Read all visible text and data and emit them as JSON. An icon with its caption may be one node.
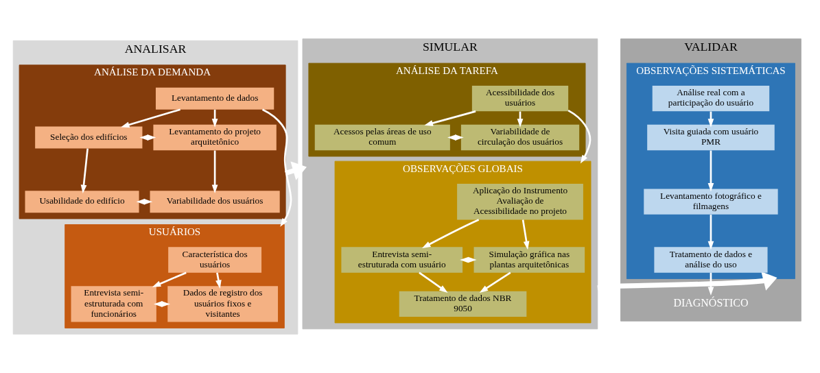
{
  "diagram": {
    "nodes": [
      {
        "text": [
          "ANALISAR"
        ]
      },
      {
        "text": [
          "ANÁLISE DA DEMANDA"
        ],
        "in": 0
      },
      {
        "text": [
          "Levantamento de dados"
        ],
        "in": 1
      },
      {
        "text": [
          "Seleção dos edifícios"
        ],
        "in": 1
      },
      {
        "text": [
          "Levantamento do projeto arquitetônico"
        ],
        "in": 1
      },
      {
        "text": [
          "Usabilidade do edifício"
        ],
        "in": 1
      },
      {
        "text": [
          "Variabilidade dos usuários"
        ],
        "in": 1
      },
      {
        "text": [
          "USUÁRIOS"
        ],
        "in": 0
      },
      {
        "text": [
          "Característica dos usuários"
        ],
        "in": 7
      },
      {
        "text": [
          "Entrevista semi-estruturada com funcionários"
        ],
        "in": 7
      },
      {
        "text": [
          "Dados de registro dos usuários fixos e visitantes"
        ],
        "in": 7
      },
      {
        "text": [
          "SIMULAR"
        ]
      },
      {
        "text": [
          "ANÁLISE DA TAREFA"
        ],
        "in": 11
      },
      {
        "text": [
          "Acessibilidade dos usuários"
        ],
        "in": 12
      },
      {
        "text": [
          "Acessos pelas áreas de uso comum"
        ],
        "in": 12
      },
      {
        "text": [
          "Variabilidade de circulação dos usuários"
        ],
        "in": 12
      },
      {
        "text": [
          "OBSERVAÇÕES GLOBAIS"
        ],
        "in": 11
      },
      {
        "text": [
          "Aplicação do Instrumento Avaliação de Acessibilidade no projeto"
        ],
        "in": 16
      },
      {
        "text": [
          "Entrevista semi-estruturada com usuário"
        ],
        "in": 16
      },
      {
        "text": [
          "Simulação gráfica nas plantas arquitetônicas"
        ],
        "in": 16
      },
      {
        "text": [
          "Tratamento de dados NBR 9050"
        ],
        "in": 16
      },
      {
        "text": [
          "VALIDAR"
        ]
      },
      {
        "text": [
          "OBSERVAÇÕES SISTEMÁTICAS"
        ],
        "in": 21
      },
      {
        "text": [
          "Análise real com a participação do usuário"
        ],
        "in": 22
      },
      {
        "text": [
          "Visita guiada com usuário PMR"
        ],
        "in": 22
      },
      {
        "text": [
          "Levantamento fotográfico e filmagens"
        ],
        "in": 22
      },
      {
        "text": [
          "Tratamento de dados e análise do uso"
        ],
        "in": 22
      },
      {
        "text": [
          "DIAGNÓSTICO"
        ],
        "in": 21
      }
    ],
    "edges": [
      {
        "from": 2,
        "to": 3,
        "arrow": "to"
      },
      {
        "from": 2,
        "to": 4,
        "arrow": "to"
      },
      {
        "from": 3,
        "to": 4,
        "arrow": "both"
      },
      {
        "from": 3,
        "to": 5,
        "arrow": "to"
      },
      {
        "from": 4,
        "to": 6,
        "arrow": "to"
      },
      {
        "from": 5,
        "to": 6,
        "arrow": "both"
      },
      {
        "from": 2,
        "to": 7,
        "arrow": "to"
      },
      {
        "from": 8,
        "to": 9,
        "arrow": "to"
      },
      {
        "from": 8,
        "to": 10,
        "arrow": "to"
      },
      {
        "from": 9,
        "to": 10,
        "arrow": "both"
      },
      {
        "from": 13,
        "to": 14,
        "arrow": "to"
      },
      {
        "from": 13,
        "to": 15,
        "arrow": "to"
      },
      {
        "from": 14,
        "to": 15,
        "arrow": "both"
      },
      {
        "from": 13,
        "to": 16,
        "arrow": "to"
      },
      {
        "from": 17,
        "to": 18,
        "arrow": "to"
      },
      {
        "from": 17,
        "to": 19,
        "arrow": "to"
      },
      {
        "from": 18,
        "to": 19,
        "arrow": "both"
      },
      {
        "from": 18,
        "to": 20,
        "arrow": "to"
      },
      {
        "from": 19,
        "to": 20,
        "arrow": "to"
      },
      {
        "from": 1,
        "to": 11,
        "arrow": "to",
        "style": "thick"
      },
      {
        "from": 11,
        "to": 22,
        "arrow": "to",
        "style": "thick"
      },
      {
        "from": 23,
        "to": 24,
        "arrow": "to"
      },
      {
        "from": 24,
        "to": 25,
        "arrow": "to"
      },
      {
        "from": 25,
        "to": 26,
        "arrow": "to"
      },
      {
        "from": 26,
        "to": 27,
        "arrow": "to"
      }
    ]
  }
}
